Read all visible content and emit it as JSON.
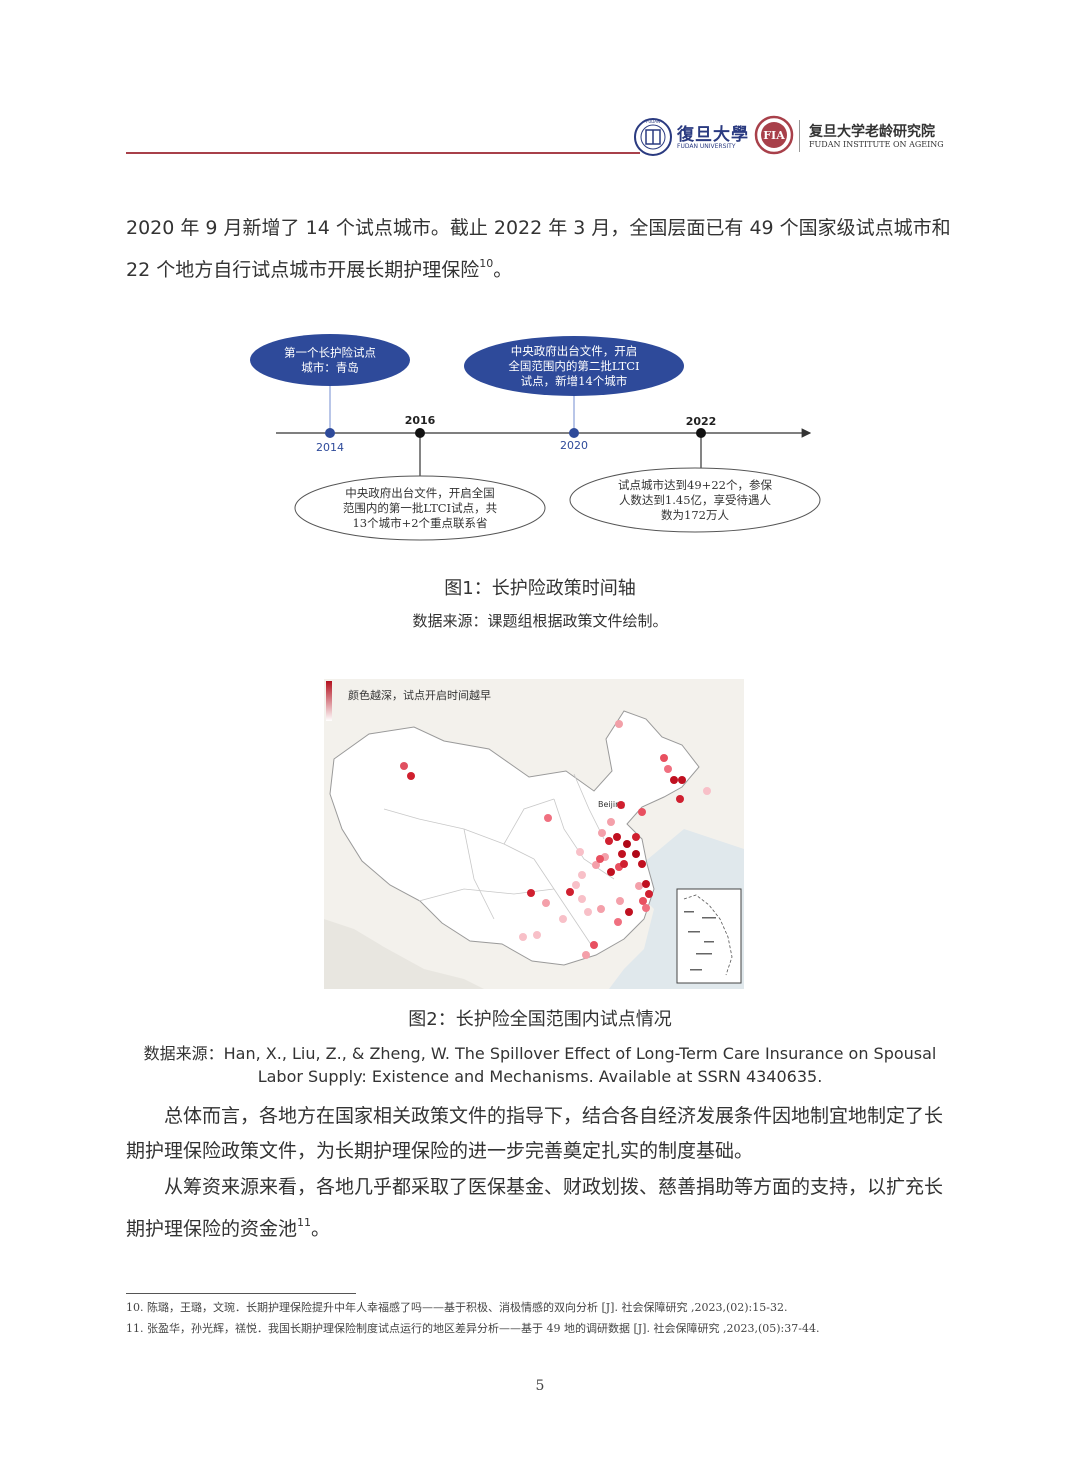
{
  "header": {
    "logo1_seal_text": "FUDAN",
    "logo1_name": "復旦大學",
    "logo1_en": "FUDAN UNIVERSITY",
    "logo2_name": "复旦大学老龄研究院",
    "logo2_en": "FUDAN INSTITUTE ON AGEING"
  },
  "body": {
    "para1_line1": "2020 年 9 月新增了 14 个试点城市。截止 2022 年 3 月，全国层面已有 49 个国家级试点城市和",
    "para1_line2": "22 个地方自行试点城市开展长期护理保险",
    "para1_ref": "10",
    "para1_end": "。",
    "para2_line1": "总体而言，各地方在国家相关政策文件的指导下，结合各自经济发展条件因地制宜地制定了长",
    "para2_line2": "期护理保险政策文件，为长期护理保险的进一步完善奠定扎实的制度基础。",
    "para3_line1": "从筹资来源来看，各地几乎都采取了医保基金、财政划拨、慈善捐助等方面的支持，以扩充长",
    "para3_line2": "期护理保险的资金池",
    "para3_ref": "11",
    "para3_end": "。"
  },
  "figure1": {
    "caption": "图1：长护险政策时间轴",
    "source": "数据来源：课题组根据政策文件绘制。",
    "events": [
      {
        "year": "2014",
        "above": true,
        "filled": true,
        "lines": [
          "第一个长护险试点",
          "城市：青岛"
        ]
      },
      {
        "year": "2016",
        "above": false,
        "filled": false,
        "lines": [
          "中央政府出台文件，开启全国",
          "范围内的第一批LTCI试点，共",
          "13个城市+2个重点联系省"
        ]
      },
      {
        "year": "2020",
        "above": true,
        "filled": true,
        "lines": [
          "中央政府出台文件，开启",
          "全国范围内的第二批LTCI",
          "试点，新增14个城市"
        ]
      },
      {
        "year": "2022",
        "above": false,
        "filled": false,
        "lines": [
          "试点城市达到49+22个，参保",
          "人数达到1.45亿，享受待遇人",
          "数为172万人"
        ]
      }
    ]
  },
  "figure2": {
    "legend_text": "颜色越深，试点开启时间越早",
    "beijing_label": "Beijing",
    "caption": "图2：长护险全国范围内试点情况",
    "source_line1": "数据来源：Han, X., Liu, Z., & Zheng, W. The Spillover Effect of Long-Term Care Insurance on Spousal",
    "source_line2": "Labor Supply: Existence and Mechanisms. Available at SSRN 4340635."
  },
  "footnotes": {
    "fn10": "10. 陈璐，王璐，文琬．长期护理保险提升中年人幸福感了吗——基于积极、消极情感的双向分析 [J]. 社会保障研究 ,2023,(02):15-32.",
    "fn11": "11. 张盈华，孙光辉，禚悦．我国长期护理保险制度试点运行的地区差异分析——基于 49 地的调研数据 [J]. 社会保障研究 ,2023,(05):37-44."
  },
  "page_number": "5"
}
